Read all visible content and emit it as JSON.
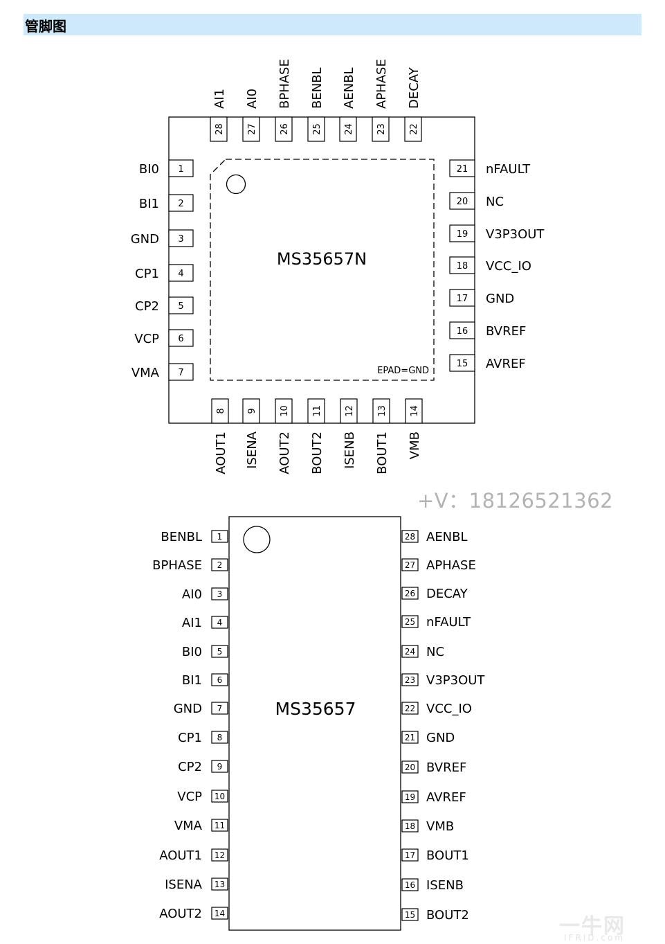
{
  "section_title": "管脚图",
  "qfn": {
    "chip_name": "MS35657N",
    "epad_label": "EPAD=GND",
    "left_pins": [
      {
        "num": "1",
        "name": "BI0"
      },
      {
        "num": "2",
        "name": "BI1"
      },
      {
        "num": "3",
        "name": "GND"
      },
      {
        "num": "4",
        "name": "CP1"
      },
      {
        "num": "5",
        "name": "CP2"
      },
      {
        "num": "6",
        "name": "VCP"
      },
      {
        "num": "7",
        "name": "VMA"
      }
    ],
    "bottom_pins": [
      {
        "num": "8",
        "name": "AOUT1"
      },
      {
        "num": "9",
        "name": "ISENA"
      },
      {
        "num": "10",
        "name": "AOUT2"
      },
      {
        "num": "11",
        "name": "BOUT2"
      },
      {
        "num": "12",
        "name": "ISENB"
      },
      {
        "num": "13",
        "name": "BOUT1"
      },
      {
        "num": "14",
        "name": "VMB"
      }
    ],
    "right_pins": [
      {
        "num": "21",
        "name": "nFAULT"
      },
      {
        "num": "20",
        "name": "NC"
      },
      {
        "num": "19",
        "name": "V3P3OUT"
      },
      {
        "num": "18",
        "name": "VCC_IO"
      },
      {
        "num": "17",
        "name": "GND"
      },
      {
        "num": "16",
        "name": "BVREF"
      },
      {
        "num": "15",
        "name": "AVREF"
      }
    ],
    "top_pins": [
      {
        "num": "28",
        "name": "AI1"
      },
      {
        "num": "27",
        "name": "AI0"
      },
      {
        "num": "26",
        "name": "BPHASE"
      },
      {
        "num": "25",
        "name": "BENBL"
      },
      {
        "num": "24",
        "name": "AENBL"
      },
      {
        "num": "23",
        "name": "APHASE"
      },
      {
        "num": "22",
        "name": "DECAY"
      }
    ]
  },
  "watermark": "+V：18126521362",
  "dip": {
    "chip_name": "MS35657",
    "left_pins": [
      {
        "num": "1",
        "name": "BENBL"
      },
      {
        "num": "2",
        "name": "BPHASE"
      },
      {
        "num": "3",
        "name": "AI0"
      },
      {
        "num": "4",
        "name": "AI1"
      },
      {
        "num": "5",
        "name": "BI0"
      },
      {
        "num": "6",
        "name": "BI1"
      },
      {
        "num": "7",
        "name": "GND"
      },
      {
        "num": "8",
        "name": "CP1"
      },
      {
        "num": "9",
        "name": "CP2"
      },
      {
        "num": "10",
        "name": "VCP"
      },
      {
        "num": "11",
        "name": "VMA"
      },
      {
        "num": "12",
        "name": "AOUT1"
      },
      {
        "num": "13",
        "name": "ISENA"
      },
      {
        "num": "14",
        "name": "AOUT2"
      }
    ],
    "right_pins": [
      {
        "num": "28",
        "name": "AENBL"
      },
      {
        "num": "27",
        "name": "APHASE"
      },
      {
        "num": "26",
        "name": "DECAY"
      },
      {
        "num": "25",
        "name": "nFAULT"
      },
      {
        "num": "24",
        "name": "NC"
      },
      {
        "num": "23",
        "name": "V3P3OUT"
      },
      {
        "num": "22",
        "name": "VCC_IO"
      },
      {
        "num": "21",
        "name": "GND"
      },
      {
        "num": "20",
        "name": "BVREF"
      },
      {
        "num": "19",
        "name": "AVREF"
      },
      {
        "num": "18",
        "name": "VMB"
      },
      {
        "num": "17",
        "name": "BOUT1"
      },
      {
        "num": "16",
        "name": "ISENB"
      },
      {
        "num": "15",
        "name": "BOUT2"
      }
    ]
  },
  "corner_logo": "一牛网",
  "corner_url": "IFRID.com"
}
